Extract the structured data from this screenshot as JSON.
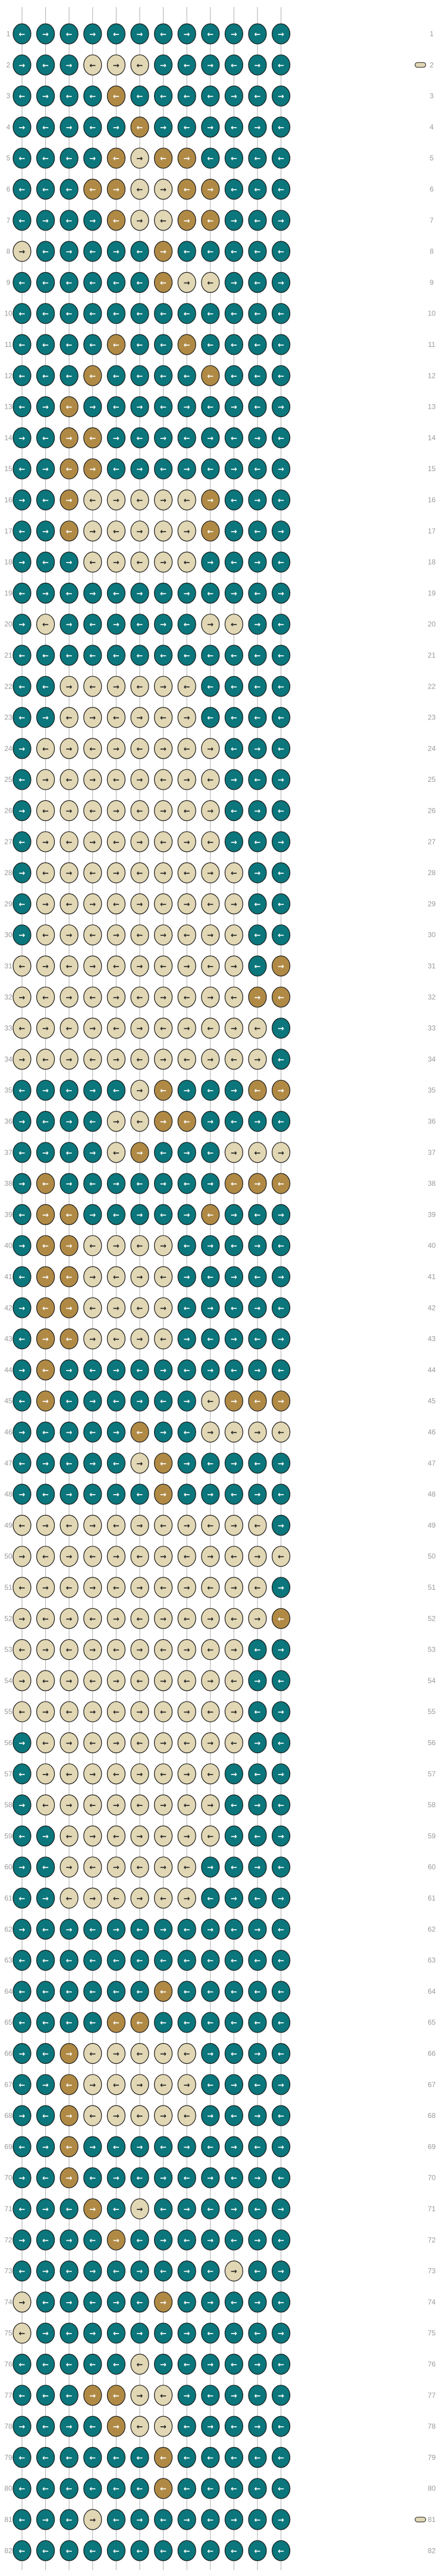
{
  "pattern": {
    "strings": 12,
    "rows": 82,
    "row_labels": [
      "1",
      "2",
      "3",
      "4",
      "5",
      "6",
      "7",
      "8",
      "9",
      "10",
      "11",
      "12",
      "13",
      "14",
      "15",
      "16",
      "17",
      "18",
      "19",
      "20",
      "21",
      "22",
      "23",
      "24",
      "25",
      "26",
      "27",
      "28",
      "29",
      "30",
      "31",
      "32",
      "33",
      "34",
      "35",
      "36",
      "37",
      "38",
      "39",
      "40",
      "41",
      "42",
      "43",
      "44",
      "45",
      "46",
      "47",
      "48",
      "49",
      "50",
      "51",
      "52",
      "53",
      "54",
      "55",
      "56",
      "57",
      "58",
      "59",
      "60",
      "61",
      "62",
      "63",
      "64",
      "65",
      "66",
      "67",
      "68",
      "69",
      "70",
      "71",
      "72",
      "73",
      "74",
      "75",
      "76",
      "77",
      "78",
      "79",
      "80",
      "81",
      "82"
    ],
    "colors": {
      "A": "#0b767b",
      "B": "#b08a45",
      "C": "#e2d7b4",
      "label": "#9a9a9a",
      "outline": "#1a1a1a",
      "arrow_on_dark": "#ffffff",
      "arrow_on_light": "#222222"
    },
    "icons": {
      "forward": "→",
      "backward": "←"
    },
    "light_regions": [
      [
        2,
        4,
        6
      ],
      [
        5,
        6,
        6
      ],
      [
        6,
        6,
        7
      ],
      [
        7,
        6,
        7
      ],
      [
        8,
        1,
        1
      ],
      [
        9,
        8,
        9
      ],
      [
        16,
        4,
        8
      ],
      [
        17,
        4,
        8
      ],
      [
        18,
        4,
        8
      ],
      [
        20,
        2,
        2
      ],
      [
        20,
        9,
        10
      ],
      [
        22,
        3,
        8
      ],
      [
        23,
        3,
        8
      ],
      [
        24,
        2,
        9
      ],
      [
        25,
        2,
        9
      ],
      [
        26,
        2,
        9
      ],
      [
        27,
        2,
        9
      ],
      [
        28,
        2,
        10
      ],
      [
        29,
        2,
        10
      ],
      [
        30,
        2,
        10
      ],
      [
        31,
        1,
        10
      ],
      [
        32,
        1,
        10
      ],
      [
        33,
        1,
        11
      ],
      [
        34,
        1,
        11
      ],
      [
        35,
        6,
        6
      ],
      [
        36,
        5,
        6
      ],
      [
        37,
        5,
        5
      ],
      [
        37,
        10,
        12
      ],
      [
        40,
        4,
        7
      ],
      [
        41,
        4,
        7
      ],
      [
        42,
        4,
        7
      ],
      [
        43,
        4,
        7
      ],
      [
        45,
        9,
        9
      ],
      [
        46,
        9,
        12
      ],
      [
        47,
        6,
        6
      ],
      [
        49,
        1,
        11
      ],
      [
        50,
        1,
        12
      ],
      [
        51,
        1,
        11
      ],
      [
        52,
        1,
        11
      ],
      [
        53,
        1,
        10
      ],
      [
        54,
        1,
        10
      ],
      [
        55,
        1,
        10
      ],
      [
        56,
        2,
        10
      ],
      [
        57,
        2,
        9
      ],
      [
        58,
        2,
        9
      ],
      [
        59,
        3,
        9
      ],
      [
        60,
        3,
        8
      ],
      [
        61,
        3,
        8
      ],
      [
        66,
        4,
        8
      ],
      [
        67,
        4,
        8
      ],
      [
        68,
        4,
        8
      ],
      [
        71,
        6,
        6
      ],
      [
        73,
        10,
        10
      ],
      [
        74,
        1,
        1
      ],
      [
        75,
        1,
        1
      ],
      [
        76,
        6,
        6
      ],
      [
        77,
        6,
        7
      ],
      [
        78,
        6,
        7
      ],
      [
        81,
        4,
        4
      ]
    ],
    "gold_regions": [
      [
        3,
        5,
        5
      ],
      [
        4,
        6,
        6
      ],
      [
        5,
        5,
        5
      ],
      [
        5,
        7,
        8
      ],
      [
        6,
        4,
        5
      ],
      [
        6,
        8,
        9
      ],
      [
        7,
        5,
        5
      ],
      [
        7,
        8,
        9
      ],
      [
        8,
        7,
        7
      ],
      [
        9,
        7,
        7
      ],
      [
        11,
        5,
        5
      ],
      [
        11,
        8,
        8
      ],
      [
        12,
        4,
        4
      ],
      [
        12,
        9,
        9
      ],
      [
        13,
        3,
        3
      ],
      [
        14,
        3,
        4
      ],
      [
        15,
        3,
        4
      ],
      [
        16,
        3,
        3
      ],
      [
        16,
        9,
        9
      ],
      [
        17,
        3,
        3
      ],
      [
        17,
        9,
        9
      ],
      [
        18,
        5,
        5
      ],
      [
        18,
        7,
        8
      ],
      [
        31,
        12,
        12
      ],
      [
        32,
        11,
        12
      ],
      [
        34,
        11,
        11
      ],
      [
        35,
        7,
        7
      ],
      [
        35,
        11,
        12
      ],
      [
        36,
        7,
        8
      ],
      [
        37,
        6,
        6
      ],
      [
        38,
        2,
        2
      ],
      [
        38,
        10,
        12
      ],
      [
        39,
        2,
        3
      ],
      [
        39,
        9,
        9
      ],
      [
        40,
        2,
        3
      ],
      [
        41,
        2,
        3
      ],
      [
        42,
        2,
        3
      ],
      [
        43,
        2,
        3
      ],
      [
        44,
        2,
        2
      ],
      [
        45,
        2,
        2
      ],
      [
        45,
        10,
        12
      ],
      [
        46,
        6,
        6
      ],
      [
        47,
        7,
        7
      ],
      [
        48,
        7,
        7
      ],
      [
        49,
        11,
        11
      ],
      [
        50,
        11,
        11
      ],
      [
        52,
        12,
        12
      ],
      [
        64,
        7,
        7
      ],
      [
        65,
        5,
        6
      ],
      [
        66,
        3,
        4
      ],
      [
        67,
        3,
        3
      ],
      [
        68,
        3,
        3
      ],
      [
        69,
        3,
        3
      ],
      [
        70,
        3,
        3
      ],
      [
        71,
        4,
        4
      ],
      [
        72,
        5,
        5
      ],
      [
        74,
        7,
        7
      ],
      [
        77,
        4,
        5
      ],
      [
        78,
        5,
        5
      ],
      [
        79,
        7,
        7
      ],
      [
        80,
        7,
        7
      ]
    ],
    "left_arrow_bands": [
      [
        3,
        3,
        9
      ],
      [
        5,
        1,
        3
      ],
      [
        5,
        9,
        12
      ],
      [
        6,
        1,
        3
      ],
      [
        6,
        10,
        12
      ],
      [
        8,
        8,
        12
      ],
      [
        9,
        1,
        6
      ],
      [
        10,
        1,
        12
      ],
      [
        11,
        1,
        12
      ],
      [
        12,
        1,
        12
      ],
      [
        21,
        1,
        12
      ],
      [
        22,
        1,
        2
      ],
      [
        22,
        9,
        12
      ],
      [
        23,
        9,
        12
      ],
      [
        29,
        11,
        12
      ],
      [
        30,
        11,
        12
      ],
      [
        31,
        11,
        11
      ],
      [
        63,
        1,
        12
      ],
      [
        64,
        1,
        12
      ],
      [
        65,
        1,
        12
      ],
      [
        76,
        1,
        5
      ],
      [
        77,
        1,
        3
      ],
      [
        79,
        1,
        12
      ],
      [
        80,
        1,
        12
      ],
      [
        82,
        1,
        12
      ]
    ],
    "left_tails": [
      3,
      80,
      82
    ],
    "right_tails": [
      2,
      81
    ]
  }
}
